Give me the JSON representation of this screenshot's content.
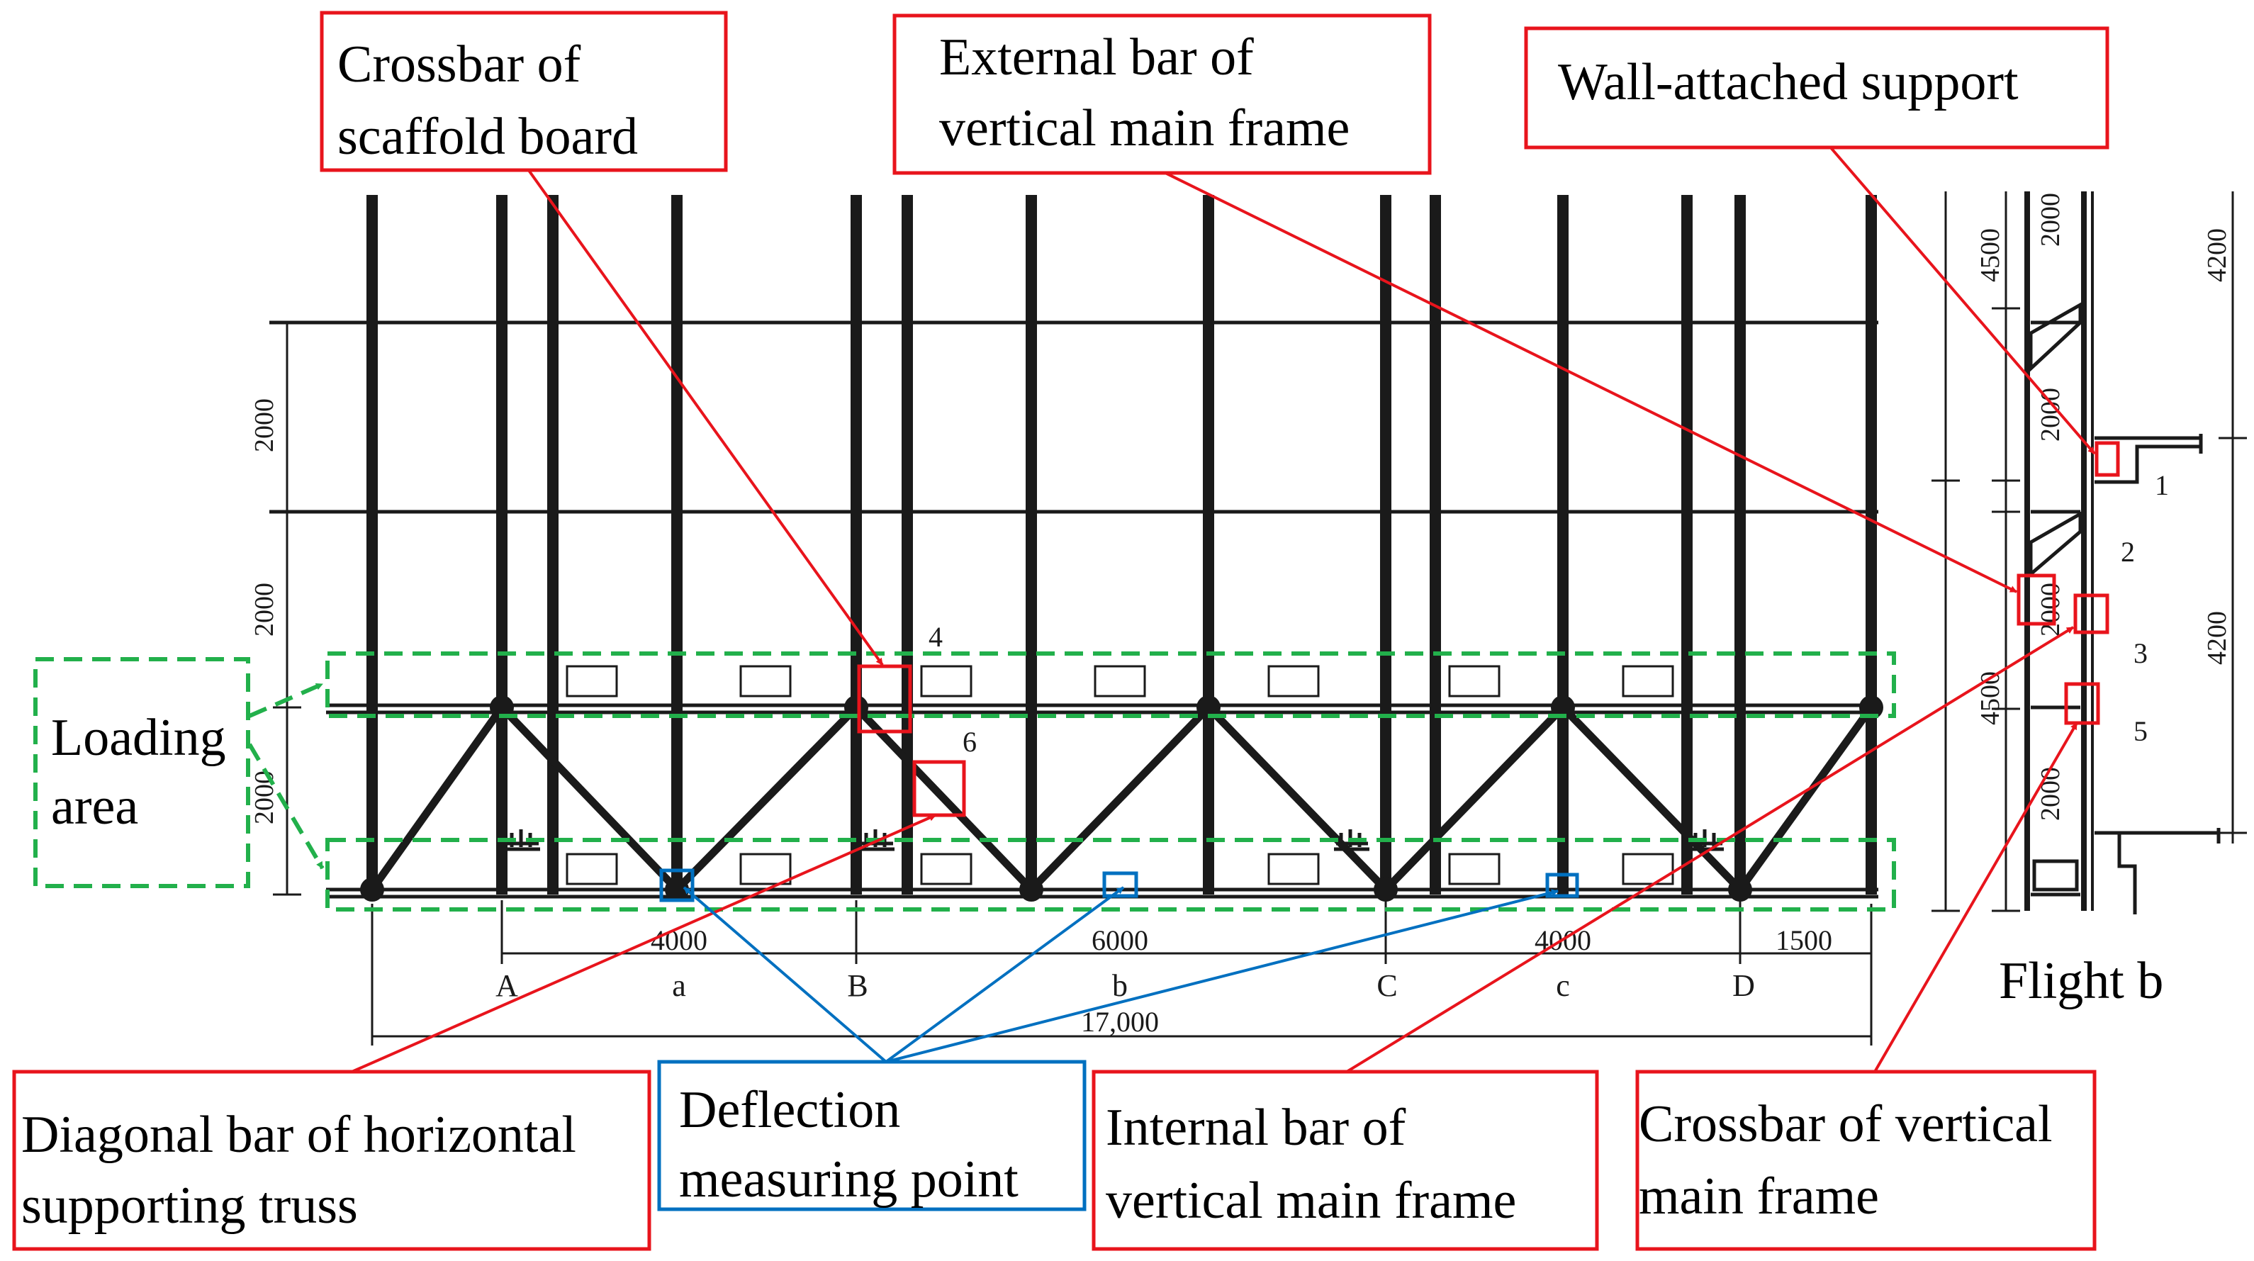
{
  "callouts": {
    "crossbar_scaffold": [
      "Crossbar of",
      "scaffold board"
    ],
    "external_bar": [
      "External bar of",
      "vertical main frame"
    ],
    "wall_support": [
      "Wall-attached support"
    ],
    "loading_area": [
      "Loading",
      "area"
    ],
    "diagonal_bar": [
      "Diagonal bar of horizontal",
      "supporting truss"
    ],
    "deflection": [
      "Deflection",
      "measuring point"
    ],
    "internal_bar": [
      "Internal bar of",
      "vertical main frame"
    ],
    "crossbar_vertical": [
      "Crossbar of vertical",
      "main frame"
    ]
  },
  "flight_label": "Flight b",
  "elevation": {
    "vertical_dims": [
      "2000",
      "2000",
      "2000"
    ],
    "bottom_dims": [
      "4000",
      "6000",
      "4000",
      "1500"
    ],
    "total_dim": "17,000",
    "axis_labels": [
      "A",
      "a",
      "B",
      "b",
      "C",
      "c",
      "D"
    ],
    "markers": [
      "4",
      "6"
    ]
  },
  "side_view": {
    "left_dims": [
      "4500",
      "4500"
    ],
    "inner_dims": [
      "2000",
      "2000",
      "2000",
      "2000"
    ],
    "right_dims": [
      "4200",
      "4200"
    ],
    "markers": [
      "1",
      "2",
      "3",
      "5"
    ]
  },
  "colors": {
    "callout_border": "#e8141c",
    "deflection_border": "#0070c0",
    "loading_dash": "#22b04b",
    "drawing": "#1a1a1a"
  }
}
